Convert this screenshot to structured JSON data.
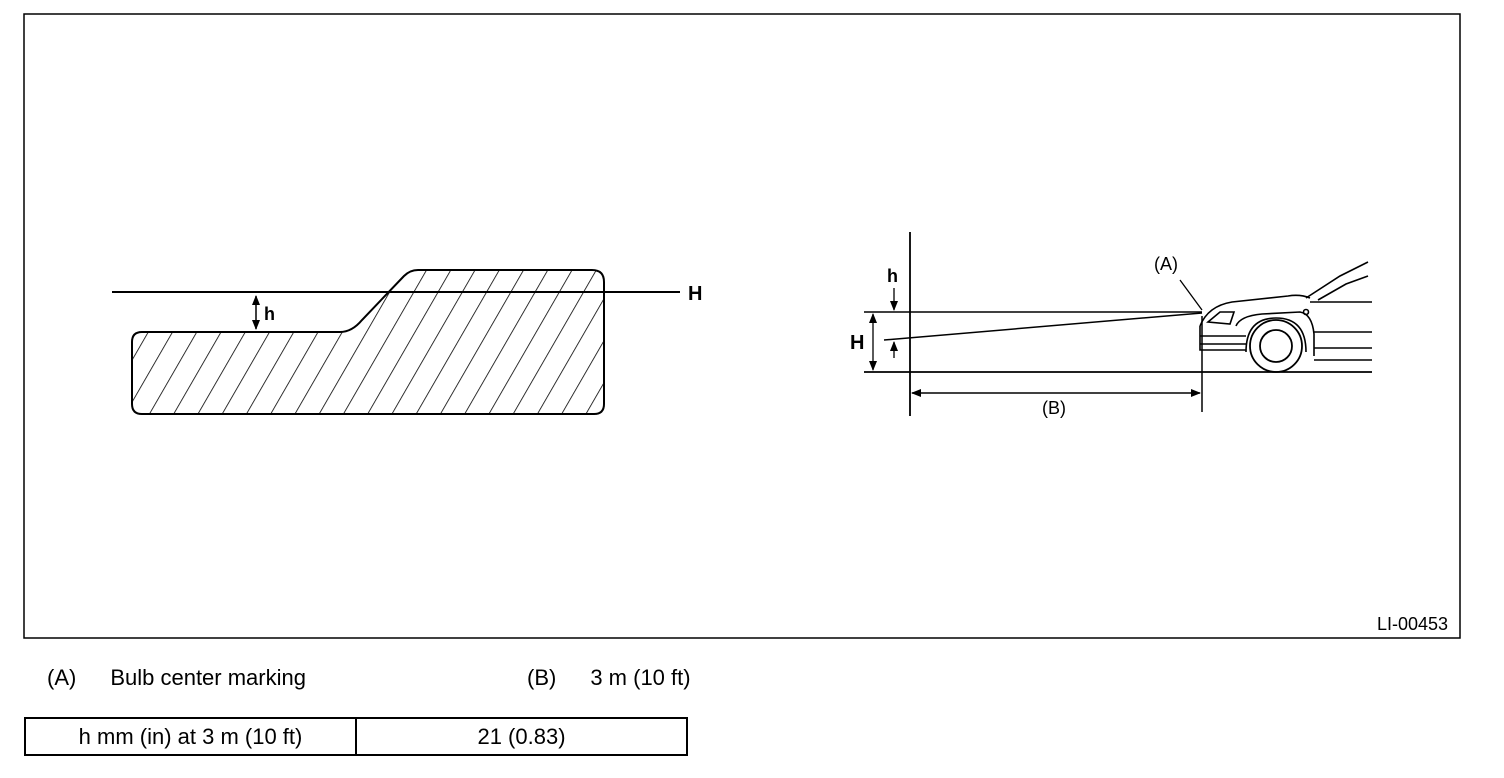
{
  "figure": {
    "figure_id": "LI-00453",
    "screen_diagram": {
      "h_line_label": "H",
      "h_offset_label": "h"
    },
    "side_view": {
      "bulb_center_callout": "(A)",
      "distance_callout": "(B)",
      "h_label": "h",
      "H_label": "H"
    }
  },
  "legend": [
    {
      "key": "(A)",
      "text": "Bulb center marking"
    },
    {
      "key": "(B)",
      "text": "3 m (10 ft)"
    }
  ],
  "spec_table": {
    "label": "h mm (in) at 3 m (10 ft)",
    "value": "21 (0.83)"
  }
}
